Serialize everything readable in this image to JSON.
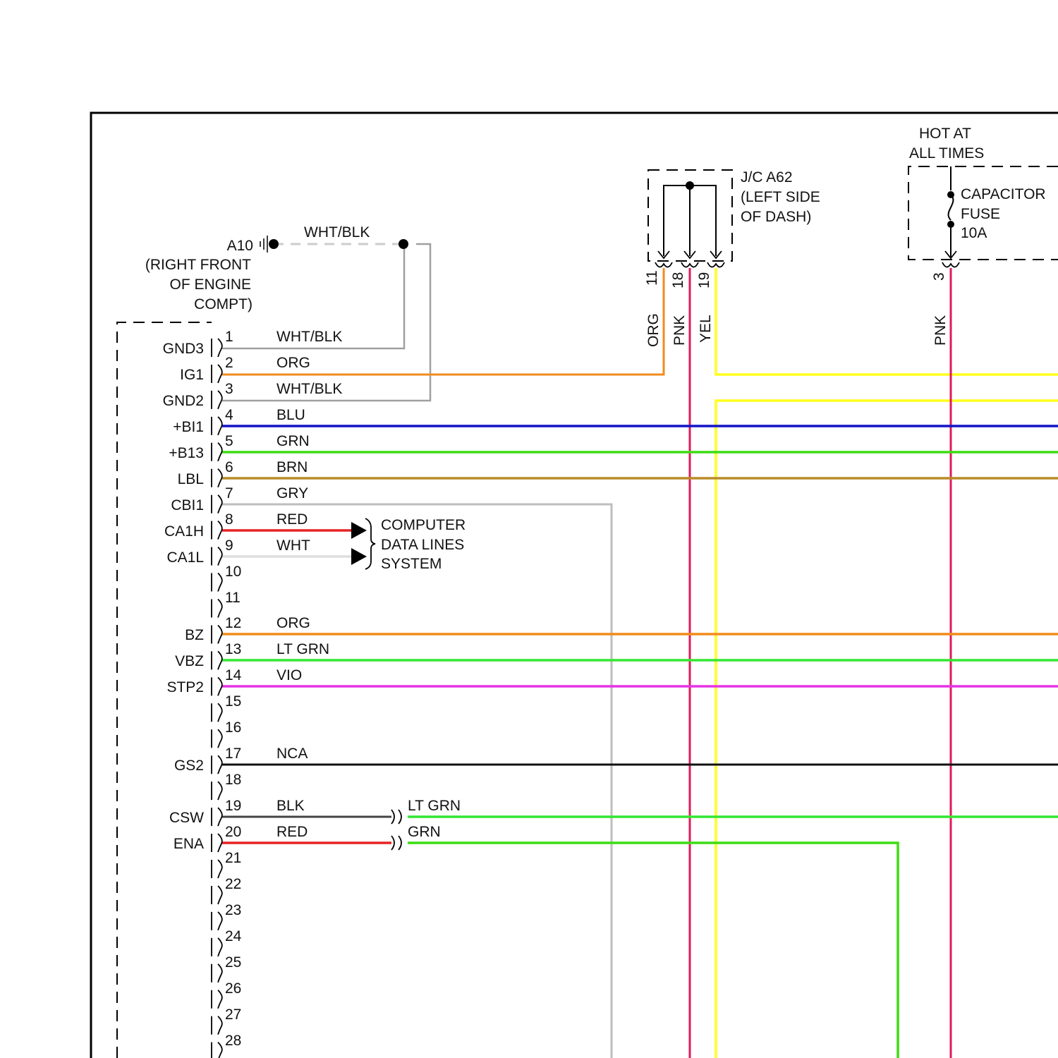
{
  "ground": {
    "id": "A10",
    "location": [
      "(RIGHT FRONT",
      "OF ENGINE",
      "COMPT)"
    ],
    "wire": "WHT/BLK"
  },
  "junction": {
    "id": "J/C A62",
    "location": [
      "(LEFT SIDE",
      "OF DASH)"
    ],
    "pins": [
      "11",
      "18",
      "19"
    ],
    "wires": [
      "ORG",
      "PNK",
      "YEL"
    ]
  },
  "fuse": {
    "header": [
      "HOT AT",
      "ALL TIMES"
    ],
    "name": [
      "CAPACITOR",
      "FUSE",
      "10A"
    ],
    "pin": "3",
    "wire": "PNK"
  },
  "computer_data_lines": [
    "COMPUTER",
    "DATA LINES",
    "SYSTEM"
  ],
  "inline_connector_wires": [
    "LT GRN",
    "GRN"
  ],
  "pins": [
    {
      "num": "1",
      "label": "GND3",
      "wire": "WHT/BLK"
    },
    {
      "num": "2",
      "label": "IG1",
      "wire": "ORG"
    },
    {
      "num": "3",
      "label": "GND2",
      "wire": "WHT/BLK"
    },
    {
      "num": "4",
      "label": "+BI1",
      "wire": "BLU"
    },
    {
      "num": "5",
      "label": "+B13",
      "wire": "GRN"
    },
    {
      "num": "6",
      "label": "LBL",
      "wire": "BRN"
    },
    {
      "num": "7",
      "label": "CBI1",
      "wire": "GRY"
    },
    {
      "num": "8",
      "label": "CA1H",
      "wire": "RED"
    },
    {
      "num": "9",
      "label": "CA1L",
      "wire": "WHT"
    },
    {
      "num": "10",
      "label": "",
      "wire": ""
    },
    {
      "num": "11",
      "label": "",
      "wire": ""
    },
    {
      "num": "12",
      "label": "BZ",
      "wire": "ORG"
    },
    {
      "num": "13",
      "label": "VBZ",
      "wire": "LT GRN"
    },
    {
      "num": "14",
      "label": "STP2",
      "wire": "VIO"
    },
    {
      "num": "15",
      "label": "",
      "wire": ""
    },
    {
      "num": "16",
      "label": "",
      "wire": ""
    },
    {
      "num": "17",
      "label": "GS2",
      "wire": "NCA"
    },
    {
      "num": "18",
      "label": "",
      "wire": ""
    },
    {
      "num": "19",
      "label": "CSW",
      "wire": "BLK"
    },
    {
      "num": "20",
      "label": "ENA",
      "wire": "RED"
    },
    {
      "num": "21",
      "label": "",
      "wire": ""
    },
    {
      "num": "22",
      "label": "",
      "wire": ""
    },
    {
      "num": "23",
      "label": "",
      "wire": ""
    },
    {
      "num": "24",
      "label": "",
      "wire": ""
    },
    {
      "num": "25",
      "label": "",
      "wire": ""
    },
    {
      "num": "26",
      "label": "",
      "wire": ""
    },
    {
      "num": "27",
      "label": "",
      "wire": ""
    },
    {
      "num": "28",
      "label": "",
      "wire": ""
    }
  ],
  "colors": {
    "ORG": "#f08c1e",
    "PNK": "#e01a5a",
    "YEL": "#ffff1e",
    "BLU": "#1414c8",
    "GRN": "#3cdc14",
    "LT_GRN": "#33e633",
    "BRN": "#b98c28",
    "GRY": "#bebebe",
    "RED": "#e62323",
    "WHT": "#dddddd",
    "VIO": "#e633e6",
    "BLK": "#111111",
    "WHT_BLK": "#a0a0a0"
  }
}
